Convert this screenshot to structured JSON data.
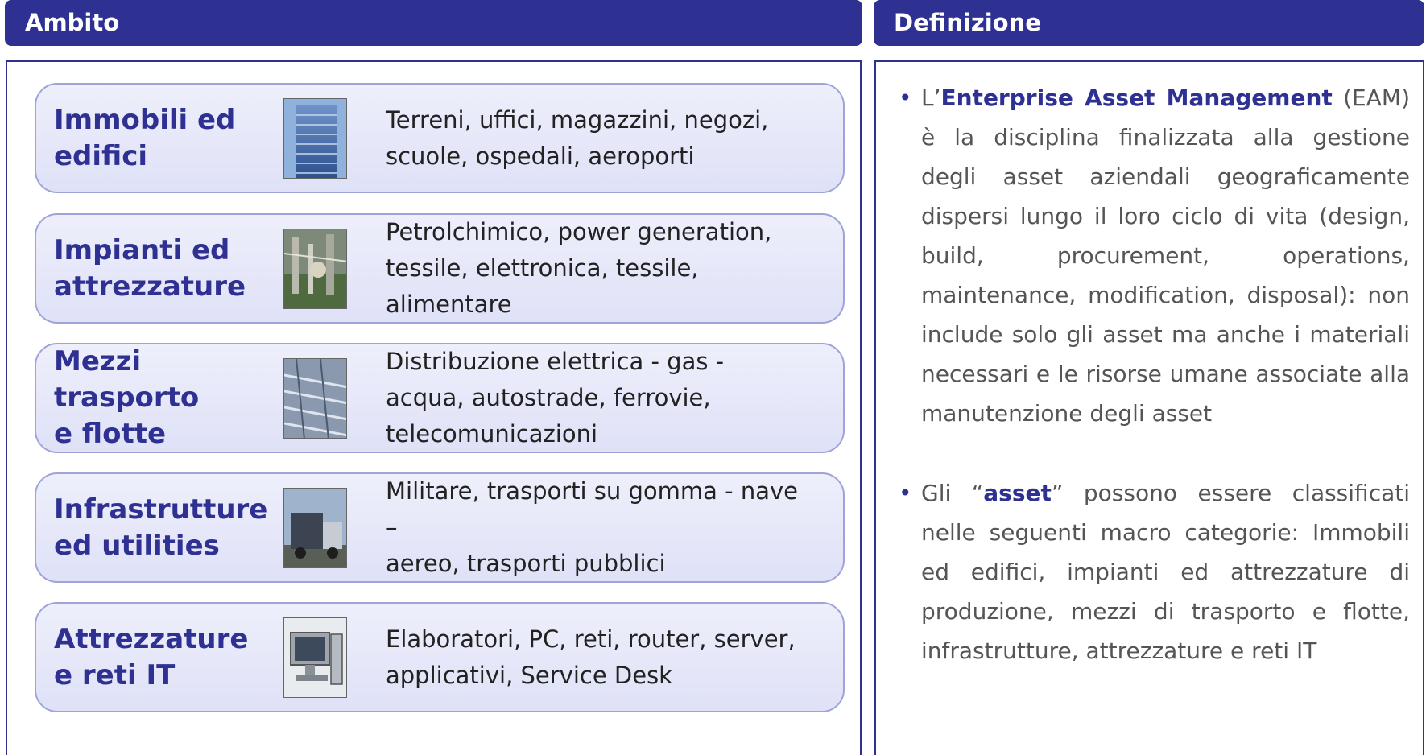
{
  "headers": {
    "left": "Ambito",
    "right": "Definizione"
  },
  "rows": [
    {
      "title": [
        "Immobili ed",
        "edifici"
      ],
      "description": [
        "Terreni, uffici, magazzini, negozi,",
        "scuole, ospedali, aeroporti"
      ],
      "image": "building-photo"
    },
    {
      "title": [
        "Impianti ed",
        "attrezzature"
      ],
      "description": [
        "Petrolchimico, power generation,",
        "tessile, elettronica, tessile,",
        "alimentare"
      ],
      "image": "plant-photo"
    },
    {
      "title": [
        "Mezzi trasporto",
        "e flotte"
      ],
      "description": [
        "Distribuzione elettrica - gas -",
        "acqua, autostrade, ferrovie,",
        "telecomunicazioni"
      ],
      "image": "infrastructure-photo"
    },
    {
      "title": [
        "Infrastrutture",
        "ed utilities"
      ],
      "description": [
        "Militare, trasporti su gomma - nave",
        "–",
        "aereo, trasporti pubblici"
      ],
      "image": "truck-photo"
    },
    {
      "title": [
        "Attrezzature",
        "e reti IT"
      ],
      "description": [
        "Elaboratori, PC, reti, router, server,",
        "applicativi, Service Desk"
      ],
      "image": "computer-photo"
    }
  ],
  "definition": {
    "bullet1": {
      "prefix": "L’",
      "emphasis": "Enterprise Asset Management",
      "text": " (EAM) è la disciplina finalizzata alla gestione degli asset aziendali geograficamente dispersi lungo il loro ciclo di vita (design, build, procurement, operations, maintenance, modification, disposal): non include solo gli asset ma anche i materiali necessari e le risorse umane associate alla manutenzione degli asset"
    },
    "bullet2": {
      "prefix": "Gli “",
      "emphasis": "asset",
      "text": "” possono essere classificati nelle seguenti macro categorie: Immobili ed edifici, impianti ed attrezzature di produzione, mezzi di trasporto e flotte, infrastrutture, attrezzature e reti IT"
    },
    "bullet_symbol": "•"
  },
  "colors": {
    "header_bg": "#2e3192",
    "accent": "#2e3192",
    "row_bg": "#e6e8f9",
    "row_border": "#9fa4d8"
  }
}
